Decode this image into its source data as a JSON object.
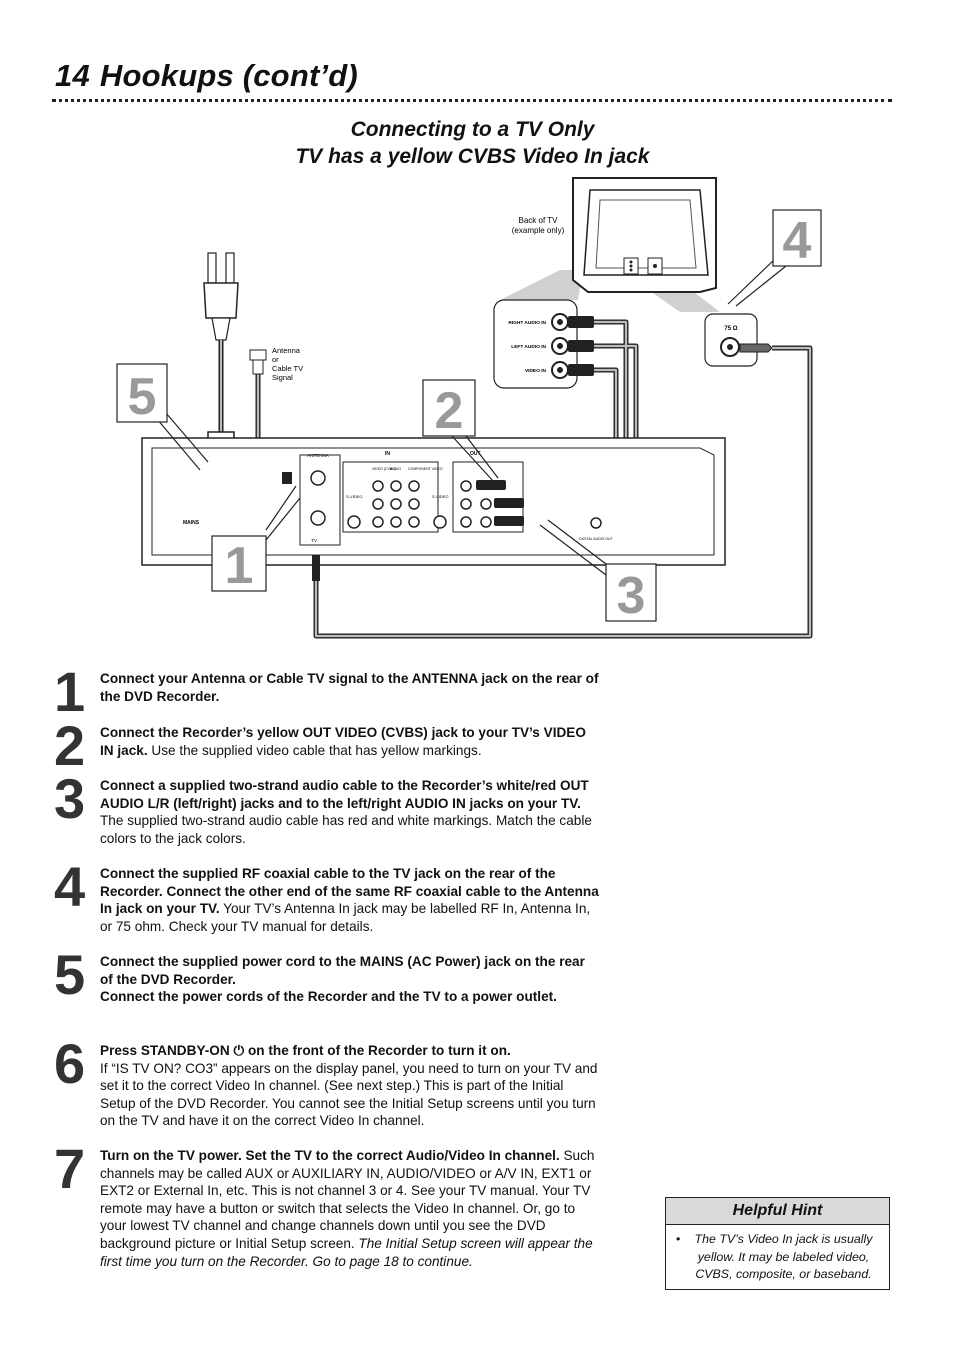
{
  "header": {
    "page_number": "14",
    "title": "Hookups (cont’d)"
  },
  "section": {
    "title_line1": "Connecting to a TV Only",
    "title_line2": "TV has a yellow CVBS Video In jack"
  },
  "diagram": {
    "back_of_tv": "Back of TV",
    "example_only": "(example only)",
    "antenna_signal_lines": [
      "Antenna",
      "or",
      "Cable TV",
      "Signal"
    ],
    "tv_jacks": [
      "RIGHT AUDIO IN",
      "LEFT AUDIO IN",
      "VIDEO IN"
    ],
    "ohm_label": "75 Ω",
    "mains_label": "MAINS",
    "recorder_labels": {
      "antenna": "ANTENNA",
      "tv": "TV",
      "in": "IN",
      "out": "OUT",
      "svideo_in": "S-VIDEO",
      "svideo_out": "S-VIDEO",
      "video_cvbs": "VIDEO (CVBS)",
      "audio": "AUDIO",
      "component": "COMPONENT VIDEO",
      "digital": "DIGITAL AUDIO OUT"
    },
    "callouts": [
      "1",
      "2",
      "3",
      "4",
      "5"
    ]
  },
  "steps": [
    {
      "number": "1",
      "bold": "Connect your Antenna or Cable TV signal to the ANTENNA jack on the rear of the DVD Recorder.",
      "normal": ""
    },
    {
      "number": "2",
      "bold": "Connect the Recorder’s yellow OUT VIDEO (CVBS) jack to your TV’s VIDEO IN jack.",
      "normal": " Use the supplied video cable that has yellow markings."
    },
    {
      "number": "3",
      "bold": "Connect a supplied two-strand audio cable to the Recorder’s white/red OUT AUDIO L/R (left/right) jacks and to the left/right AUDIO IN jacks on your TV.",
      "normal": " The supplied two-strand audio cable has red and white markings. Match the cable colors to the jack colors."
    },
    {
      "number": "4",
      "bold": "Connect the supplied RF coaxial cable to the TV jack on the rear of the Recorder.  Connect the other end of the same RF coaxial cable to the Antenna In jack on your TV.",
      "normal": " Your TV’s Antenna In jack may be labelled RF In, Antenna In, or 75 ohm. Check your TV manual for details."
    },
    {
      "number": "5",
      "bold": "Connect the supplied power cord to the MAINS (AC Power) jack on the rear of the DVD Recorder.",
      "bold2": "Connect the power cords of the Recorder and the TV to a power outlet.",
      "normal": ""
    },
    {
      "number": "6",
      "bold": "Press STANDBY-ON ⏻ on the front of the Recorder to turn it on.",
      "normal": "If “IS TV ON? CO3” appears on the display panel, you need to turn on your TV and set it to the correct Video In channel. (See next step.) This is part of the Initial Setup of the DVD Recorder. You cannot see the Initial Setup screens until you turn on the TV and have it on the correct Video In channel."
    },
    {
      "number": "7",
      "bold": "Turn on the TV power. Set the TV to the correct Audio/Video In channel.",
      "normal": "  Such channels may be called AUX or AUXILIARY IN, AUDIO/VIDEO or A/V IN, EXT1 or EXT2 or External In, etc. This is not channel 3 or 4.  See your TV manual.  Your TV remote may have a button or switch that selects the Video In channel.  Or, go to your lowest TV channel and change channels down until you see the DVD background picture or Initial Setup screen.",
      "italic": " The Initial Setup screen will appear the first time you turn on the Recorder. Go to page 18 to continue."
    }
  ],
  "hint": {
    "title": "Helpful Hint",
    "bullet": "•",
    "text": "The TV’s Video In jack is usually yellow. It may be labeled video, CVBS, composite, or baseband."
  }
}
